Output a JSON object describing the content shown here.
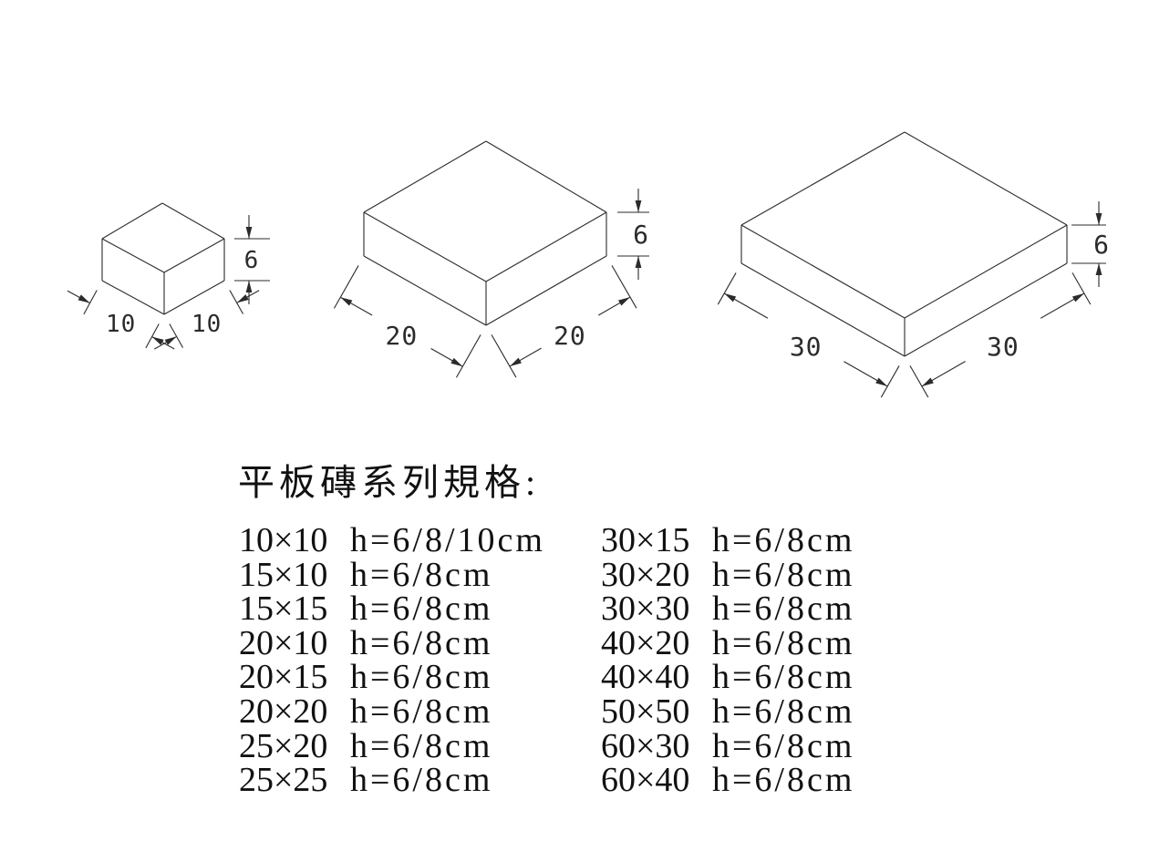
{
  "page": {
    "background": "#ffffff",
    "line_color": "#2b2b2b",
    "text_color": "#111111"
  },
  "diagram": {
    "boxes": [
      {
        "id": "brick-small",
        "width_label": "10",
        "depth_label": "10",
        "height_label": "6"
      },
      {
        "id": "brick-medium",
        "width_label": "20",
        "depth_label": "20",
        "height_label": "6"
      },
      {
        "id": "brick-large",
        "width_label": "30",
        "depth_label": "30",
        "height_label": "6"
      }
    ]
  },
  "specs": {
    "heading": "平板磚系列規格:",
    "columns": [
      {
        "rows": [
          {
            "size": "10×10",
            "height": "h=6/8/10cm"
          },
          {
            "size": "15×10",
            "height": "h=6/8cm"
          },
          {
            "size": "15×15",
            "height": "h=6/8cm"
          },
          {
            "size": "20×10",
            "height": "h=6/8cm"
          },
          {
            "size": "20×15",
            "height": "h=6/8cm"
          },
          {
            "size": "20×20",
            "height": "h=6/8cm"
          },
          {
            "size": "25×20",
            "height": "h=6/8cm"
          },
          {
            "size": "25×25",
            "height": "h=6/8cm"
          }
        ]
      },
      {
        "rows": [
          {
            "size": "30×15",
            "height": "h=6/8cm"
          },
          {
            "size": "30×20",
            "height": "h=6/8cm"
          },
          {
            "size": "30×30",
            "height": "h=6/8cm"
          },
          {
            "size": "40×20",
            "height": "h=6/8cm"
          },
          {
            "size": "40×40",
            "height": "h=6/8cm"
          },
          {
            "size": "50×50",
            "height": "h=6/8cm"
          },
          {
            "size": "60×30",
            "height": "h=6/8cm"
          },
          {
            "size": "60×40",
            "height": "h=6/8cm"
          }
        ]
      }
    ]
  }
}
